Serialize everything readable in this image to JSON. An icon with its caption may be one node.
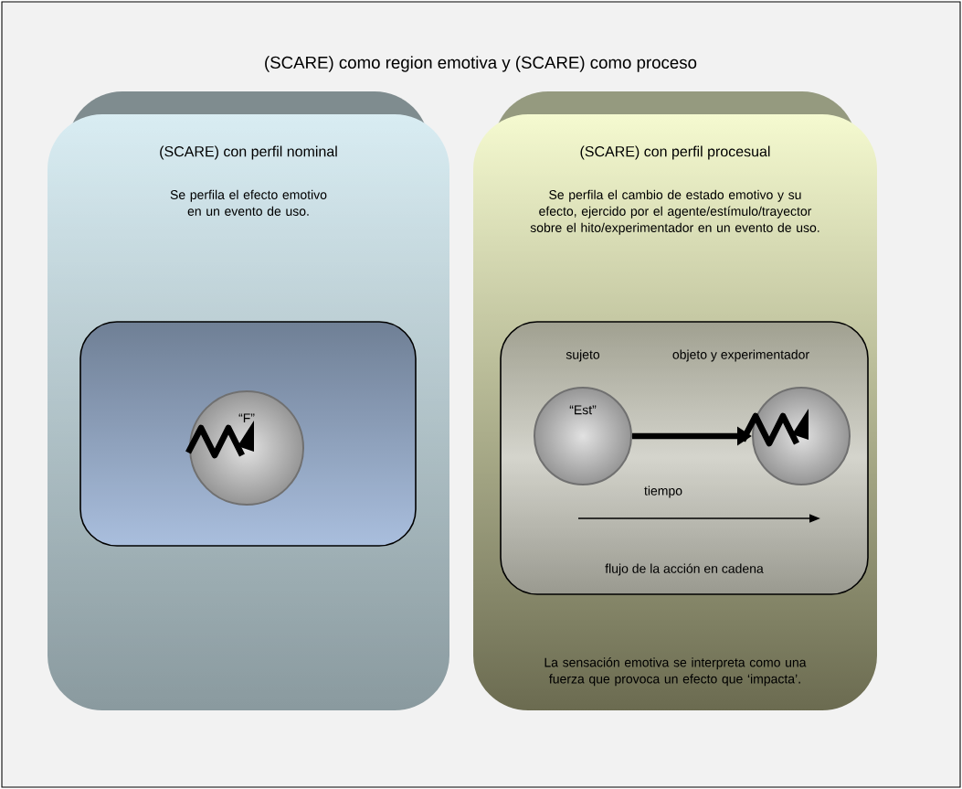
{
  "diagram": {
    "title": "(SCARE) como region emotiva y (SCARE) como proceso",
    "nodes": [
      {
        "text": [
          "(SCARE) con perfil nominal",
          "Se perfila el efecto emotivo en un evento de uso."
        ]
      },
      {
        "text": [],
        "shape": "box",
        "in": 0
      },
      {
        "text": [
          "“F”"
        ],
        "in": 1
      },
      {
        "text": [
          "(SCARE) con perfil procesual",
          "Se perfila el cambio de estado emotivo y su efecto, ejercido por el agente/estímulo/trayector sobre el hito/experimentador en un evento de uso.",
          "La sensación emotiva se interpreta como una fuerza que provoca un efecto que ‘impacta’."
        ]
      },
      {
        "text": [
          "flujo de la acción en cadena"
        ],
        "in": 3
      },
      {
        "text": [
          "“Est”"
        ],
        "in": 4,
        "beside": [
          "sujeto"
        ]
      },
      {
        "text": [],
        "shape": "circle",
        "in": 4,
        "beside": [
          "objeto y experimentador"
        ]
      }
    ],
    "edges": [
      {
        "from": 5,
        "to": 6,
        "arrow": "to"
      }
    ],
    "labels": [
      "tiempo"
    ]
  }
}
